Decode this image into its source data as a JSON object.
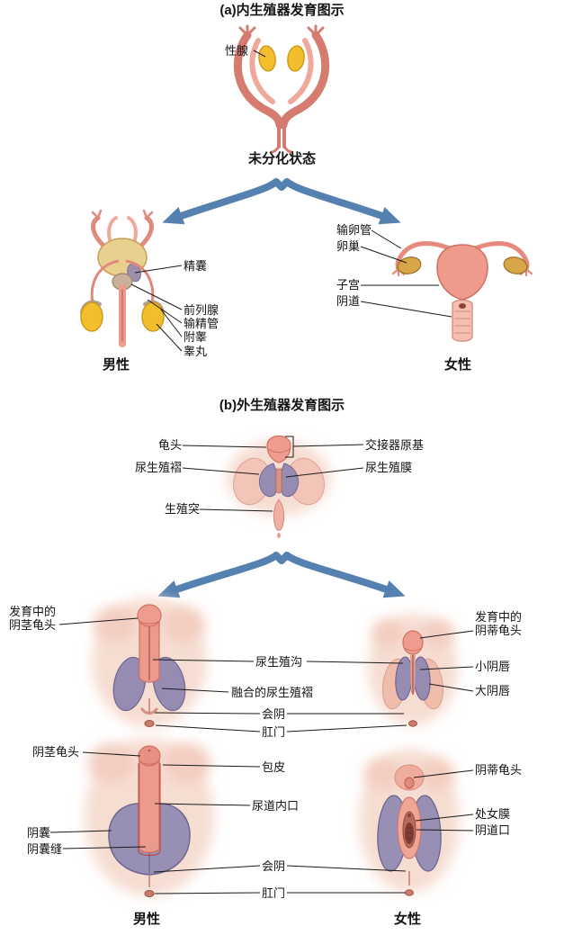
{
  "figure": {
    "background": "#ffffff"
  },
  "palette": {
    "arrow_blue": "#5581b1",
    "tissue_pink": "#ee9c8d",
    "fold_purple": "#968cb2",
    "gonad_yellow": "#f2be2e",
    "leader_line": "#1a1a1a"
  },
  "section_a": {
    "title": "(a)内生殖器发育图示",
    "gonad": "性腺",
    "state": "未分化状态",
    "male": {
      "seminal_vesicle": "精囊",
      "prostate": "前列腺",
      "vas_deferens": "输精管",
      "epididymis": "附睾",
      "testis": "睾丸",
      "caption": "男性"
    },
    "female": {
      "fallopian_tube": "输卵管",
      "ovary": "卵巢",
      "uterus": "子宫",
      "vagina": "阴道",
      "caption": "女性"
    }
  },
  "section_b": {
    "title": "(b)外生殖器发育图示",
    "undifferentiated": {
      "glans": "龟头",
      "urogenital_fold": "尿生殖褶",
      "genital_tubercle": "生殖突",
      "copulatory_organ_primordium": "交接器原基",
      "urogenital_membrane": "尿生殖膜"
    },
    "developing": {
      "male_glans": "发育中的\n阴茎龟头",
      "urogenital_groove": "尿生殖沟",
      "fused_urogenital_folds": "融合的尿生殖褶",
      "perineum": "会阴",
      "anus": "肛门",
      "female_glans": "发育中的\n阴蒂龟头",
      "labia_minora": "小阴唇",
      "labia_majora": "大阴唇"
    },
    "mature": {
      "penis_glans": "阴茎龟头",
      "foreskin": "包皮",
      "urethral_opening": "尿道内口",
      "scrotum": "阴囊",
      "scrotal_raphe": "阴囊缝",
      "perineum": "会阴",
      "anus": "肛门",
      "clitoral_glans": "阴蒂龟头",
      "hymen": "处女膜",
      "vaginal_opening": "阴道口"
    },
    "male_caption": "男性",
    "female_caption": "女性"
  }
}
